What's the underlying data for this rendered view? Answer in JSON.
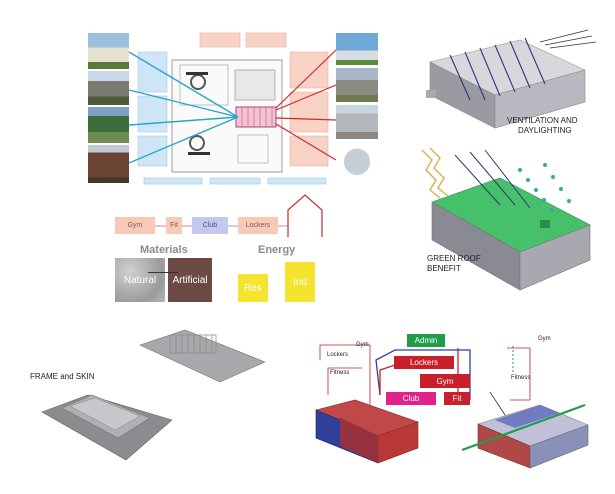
{
  "site_labels": {},
  "flow": {
    "gym": "Gym",
    "fit": "Fit",
    "club": "Club",
    "lockers": "Lockers"
  },
  "materials": {
    "heading": "Materials",
    "natural": "Natural",
    "artificial": "Artificial"
  },
  "energy": {
    "heading": "Energy",
    "res": "Res",
    "ind": "Ind"
  },
  "ventilation": {
    "label_line1": "VENTILATION AND",
    "label_line2": "DAYLIGHTING"
  },
  "green_roof": {
    "label_line1": "GREEN ROOF",
    "label_line2": "BENEFIT"
  },
  "frame": {
    "label": "FRAME and SKIN"
  },
  "program": {
    "admin": "Admin",
    "lockers": "Lockers",
    "gym": "Gym",
    "club": "Club",
    "fit": "Fit",
    "left_lockers": "Lockers",
    "left_gym": "Gym",
    "left_fitness": "Fitness",
    "right_gym": "Gym",
    "right_fitness": "Fitness"
  },
  "colors": {
    "flow_box": "#f7c9b6",
    "material_artificial": "#6e4a44",
    "energy_yellow": "#f4e430",
    "green_roof": "#46c06a",
    "admin_green": "#1f9d48",
    "program_red": "#c8202a",
    "club_pink": "#e0228a",
    "volume_blue": "#2f3f9a"
  }
}
